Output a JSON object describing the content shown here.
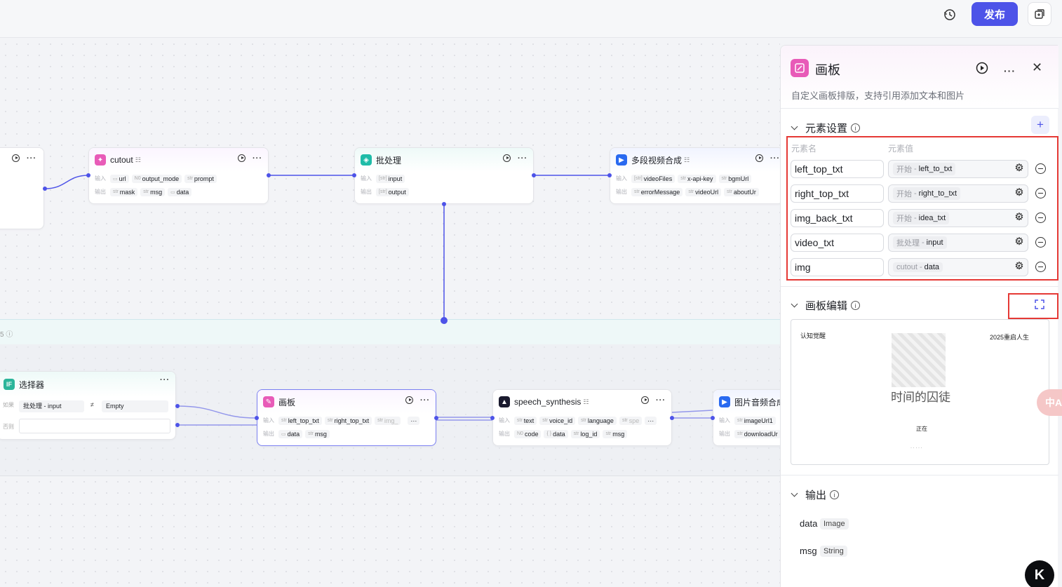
{
  "toolbar": {
    "publish_label": "发布"
  },
  "canvas": {
    "batch_label": "5 ⓘ",
    "nodes": {
      "cutout": {
        "title": "cutout",
        "input_label": "输入",
        "output_label": "输出",
        "inputs": [
          {
            "type": "▭",
            "name": "url"
          },
          {
            "type": "N0",
            "name": "output_mode"
          },
          {
            "type": "str",
            "name": "prompt"
          }
        ],
        "outputs": [
          {
            "type": "str",
            "name": "mask"
          },
          {
            "type": "str",
            "name": "msg"
          },
          {
            "type": "▭",
            "name": "data"
          }
        ]
      },
      "batch": {
        "title": "批处理",
        "input_label": "输入",
        "output_label": "输出",
        "inputs": [
          {
            "type": "[str]",
            "name": "input"
          }
        ],
        "outputs": [
          {
            "type": "[str]",
            "name": "output"
          }
        ]
      },
      "multi_video": {
        "title": "多段视频合成",
        "input_label": "输入",
        "output_label": "输出",
        "inputs": [
          {
            "type": "[str]",
            "name": "videoFiles"
          },
          {
            "type": "str",
            "name": "x-api-key"
          },
          {
            "type": "str",
            "name": "bgmUrl"
          }
        ],
        "outputs": [
          {
            "type": "str",
            "name": "errorMessage"
          },
          {
            "type": "str",
            "name": "videoUrl"
          },
          {
            "type": "str",
            "name": "aboutUr"
          }
        ]
      },
      "selector": {
        "title": "选择器",
        "if_label": "如果",
        "else_label": "否则",
        "cond_left": "批处理 - input",
        "cond_op": "≠",
        "cond_right": "Empty"
      },
      "canvas_node": {
        "title": "画板",
        "input_label": "输入",
        "output_label": "输出",
        "inputs": [
          {
            "type": "str",
            "name": "left_top_txt"
          },
          {
            "type": "str",
            "name": "right_top_txt"
          },
          {
            "type": "str",
            "name": "img_"
          }
        ],
        "outputs": [
          {
            "type": "▭",
            "name": "data"
          },
          {
            "type": "str",
            "name": "msg"
          }
        ]
      },
      "speech": {
        "title": "speech_synthesis",
        "input_label": "输入",
        "output_label": "输出",
        "inputs": [
          {
            "type": "str",
            "name": "text"
          },
          {
            "type": "str",
            "name": "voice_id"
          },
          {
            "type": "str",
            "name": "language"
          },
          {
            "type": "str",
            "name": "spe"
          }
        ],
        "outputs": [
          {
            "type": "N0",
            "name": "code"
          },
          {
            "type": "{ }",
            "name": "data"
          },
          {
            "type": "str",
            "name": "log_id"
          },
          {
            "type": "str",
            "name": "msg"
          }
        ]
      },
      "img_audio": {
        "title": "图片音频合成",
        "input_label": "输入",
        "output_label": "输出",
        "inputs": [
          {
            "type": "str",
            "name": "imageUrl1"
          }
        ],
        "outputs": [
          {
            "type": "str",
            "name": "downloadUr"
          }
        ]
      }
    }
  },
  "panel": {
    "title": "画板",
    "description": "自定义画板排版，支持引用添加文本和图片",
    "element_settings": {
      "title": "元素设置",
      "col_name": "元素名",
      "col_value": "元素值",
      "rows": [
        {
          "name": "left_top_txt",
          "source": "开始",
          "var": "left_to_txt"
        },
        {
          "name": "right_top_txt",
          "source": "开始",
          "var": "right_to_txt"
        },
        {
          "name": "img_back_txt",
          "source": "开始",
          "var": "idea_txt"
        },
        {
          "name": "video_txt",
          "source": "批处理",
          "var": "input"
        },
        {
          "name": "img",
          "source": "cutout",
          "var": "data"
        }
      ]
    },
    "canvas_edit": {
      "title": "画板编辑",
      "preview": {
        "left_top": "认知觉醒",
        "right_top": "2025重启人生",
        "center_title": "时间的囚徒",
        "video_text": "正在",
        "small_text": "· · · · ·"
      }
    },
    "output": {
      "title": "输出",
      "items": [
        {
          "name": "data",
          "type": "Image"
        },
        {
          "name": "msg",
          "type": "String"
        }
      ]
    }
  },
  "floating": {
    "translate_label": "中A",
    "logo_label": "K"
  },
  "colors": {
    "accent": "#4d53e8",
    "highlight_box": "#e53935",
    "canvas_icon": "#e85bb8"
  }
}
